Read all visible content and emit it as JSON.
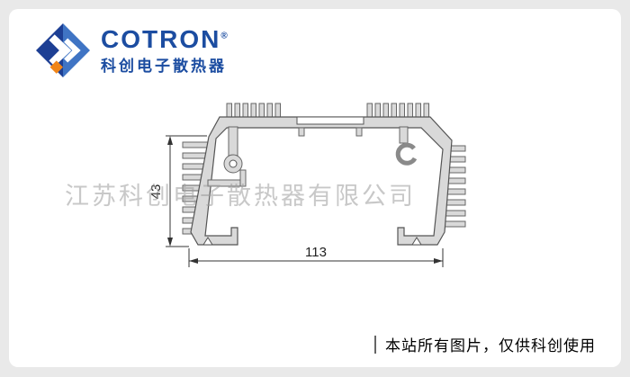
{
  "logo": {
    "brand": "COTRON",
    "registered": "®",
    "subtitle": "科创电子散热器"
  },
  "drawing": {
    "height_label": "43",
    "width_label": "113"
  },
  "watermark_text": "江苏科创电子散热器有限公司",
  "footer_note": "本站所有图片，仅供科创使用",
  "colors": {
    "brand_blue": "#1c4da1",
    "brand_orange": "#f08519",
    "profile_fill": "#d9d9d9",
    "profile_stroke": "#555555",
    "dimension": "#333333",
    "watermark": "#9b9b9b",
    "page_bg": "#e9e9e9",
    "panel_bg": "#ffffff"
  }
}
